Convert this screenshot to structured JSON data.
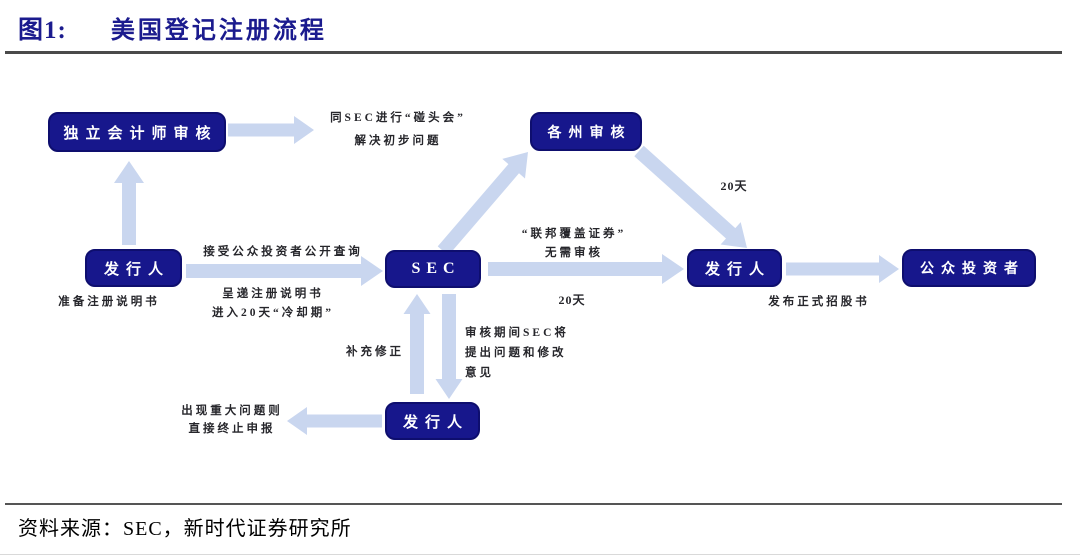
{
  "header": {
    "figure_label": "图1:",
    "title": "美国登记注册流程"
  },
  "colors": {
    "box_navy": "#17178C",
    "arrow_blue": "#C9D6EF",
    "title_navy": "#1B1B8E",
    "label_text": "#26262B"
  },
  "nodes": {
    "accountant": "独立会计师审核",
    "states": "各州审核",
    "issuer_left": "发行人",
    "sec": "SEC",
    "issuer_right": "发行人",
    "public_investors": "公众投资者",
    "issuer_bottom": "发行人"
  },
  "labels": {
    "meet_sec_1": "同SEC进行“碰头会”",
    "meet_sec_2": "解决初步问题",
    "prepare_statement": "准备注册说明书",
    "accept_inquiry": "接受公众投资者公开查询",
    "submit_1": "呈递注册说明书",
    "submit_2": "进入20天“冷却期”",
    "supplement": "补充修正",
    "sec_review_1": "审核期间SEC将",
    "sec_review_2": "提出问题和修改",
    "sec_review_3": "意见",
    "federal_1": "“联邦覆盖证券”",
    "federal_2": "无需审核",
    "days_20_state": "20天",
    "days_20_cooling": "20天",
    "publish_prospectus": "发布正式招股书",
    "terminate_1": "出现重大问题则",
    "terminate_2": "直接终止申报"
  },
  "footer": {
    "source": "资料来源：SEC，新时代证券研究所"
  }
}
